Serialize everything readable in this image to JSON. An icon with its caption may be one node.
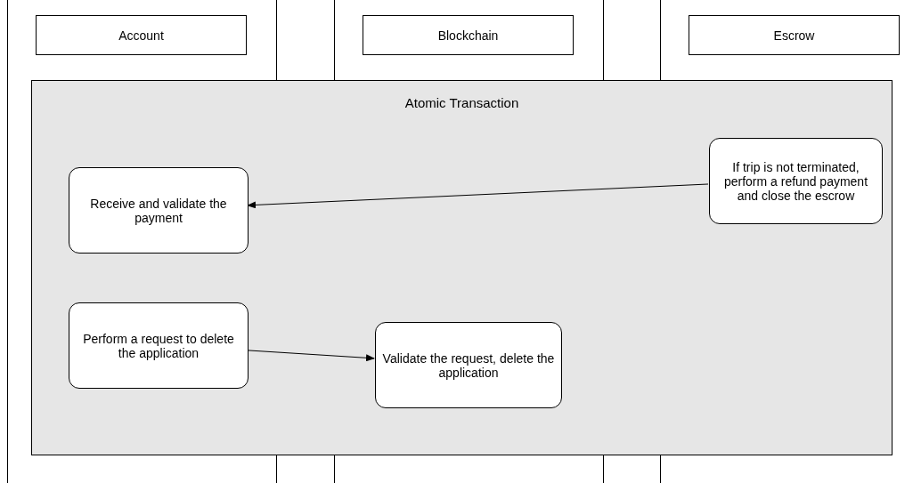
{
  "diagram": {
    "nodes": [
      {
        "text": [
          "Account"
        ]
      },
      {
        "text": [
          "Blockchain"
        ]
      },
      {
        "text": [
          "Escrow"
        ]
      },
      {
        "text": [
          "Atomic Transaction"
        ]
      },
      {
        "text": [
          "Receive and validate the payment"
        ],
        "in": 3
      },
      {
        "text": [
          "If trip is not terminated, perform a refund payment and close the escrow"
        ],
        "in": 3
      },
      {
        "text": [
          "Perform a request to delete the application"
        ],
        "in": 3
      },
      {
        "text": [
          "Validate the request, delete the application"
        ],
        "in": 3
      }
    ],
    "edges": [
      {
        "from": 5,
        "to": 4,
        "arrow": "to"
      },
      {
        "from": 6,
        "to": 7,
        "arrow": "to"
      }
    ]
  }
}
